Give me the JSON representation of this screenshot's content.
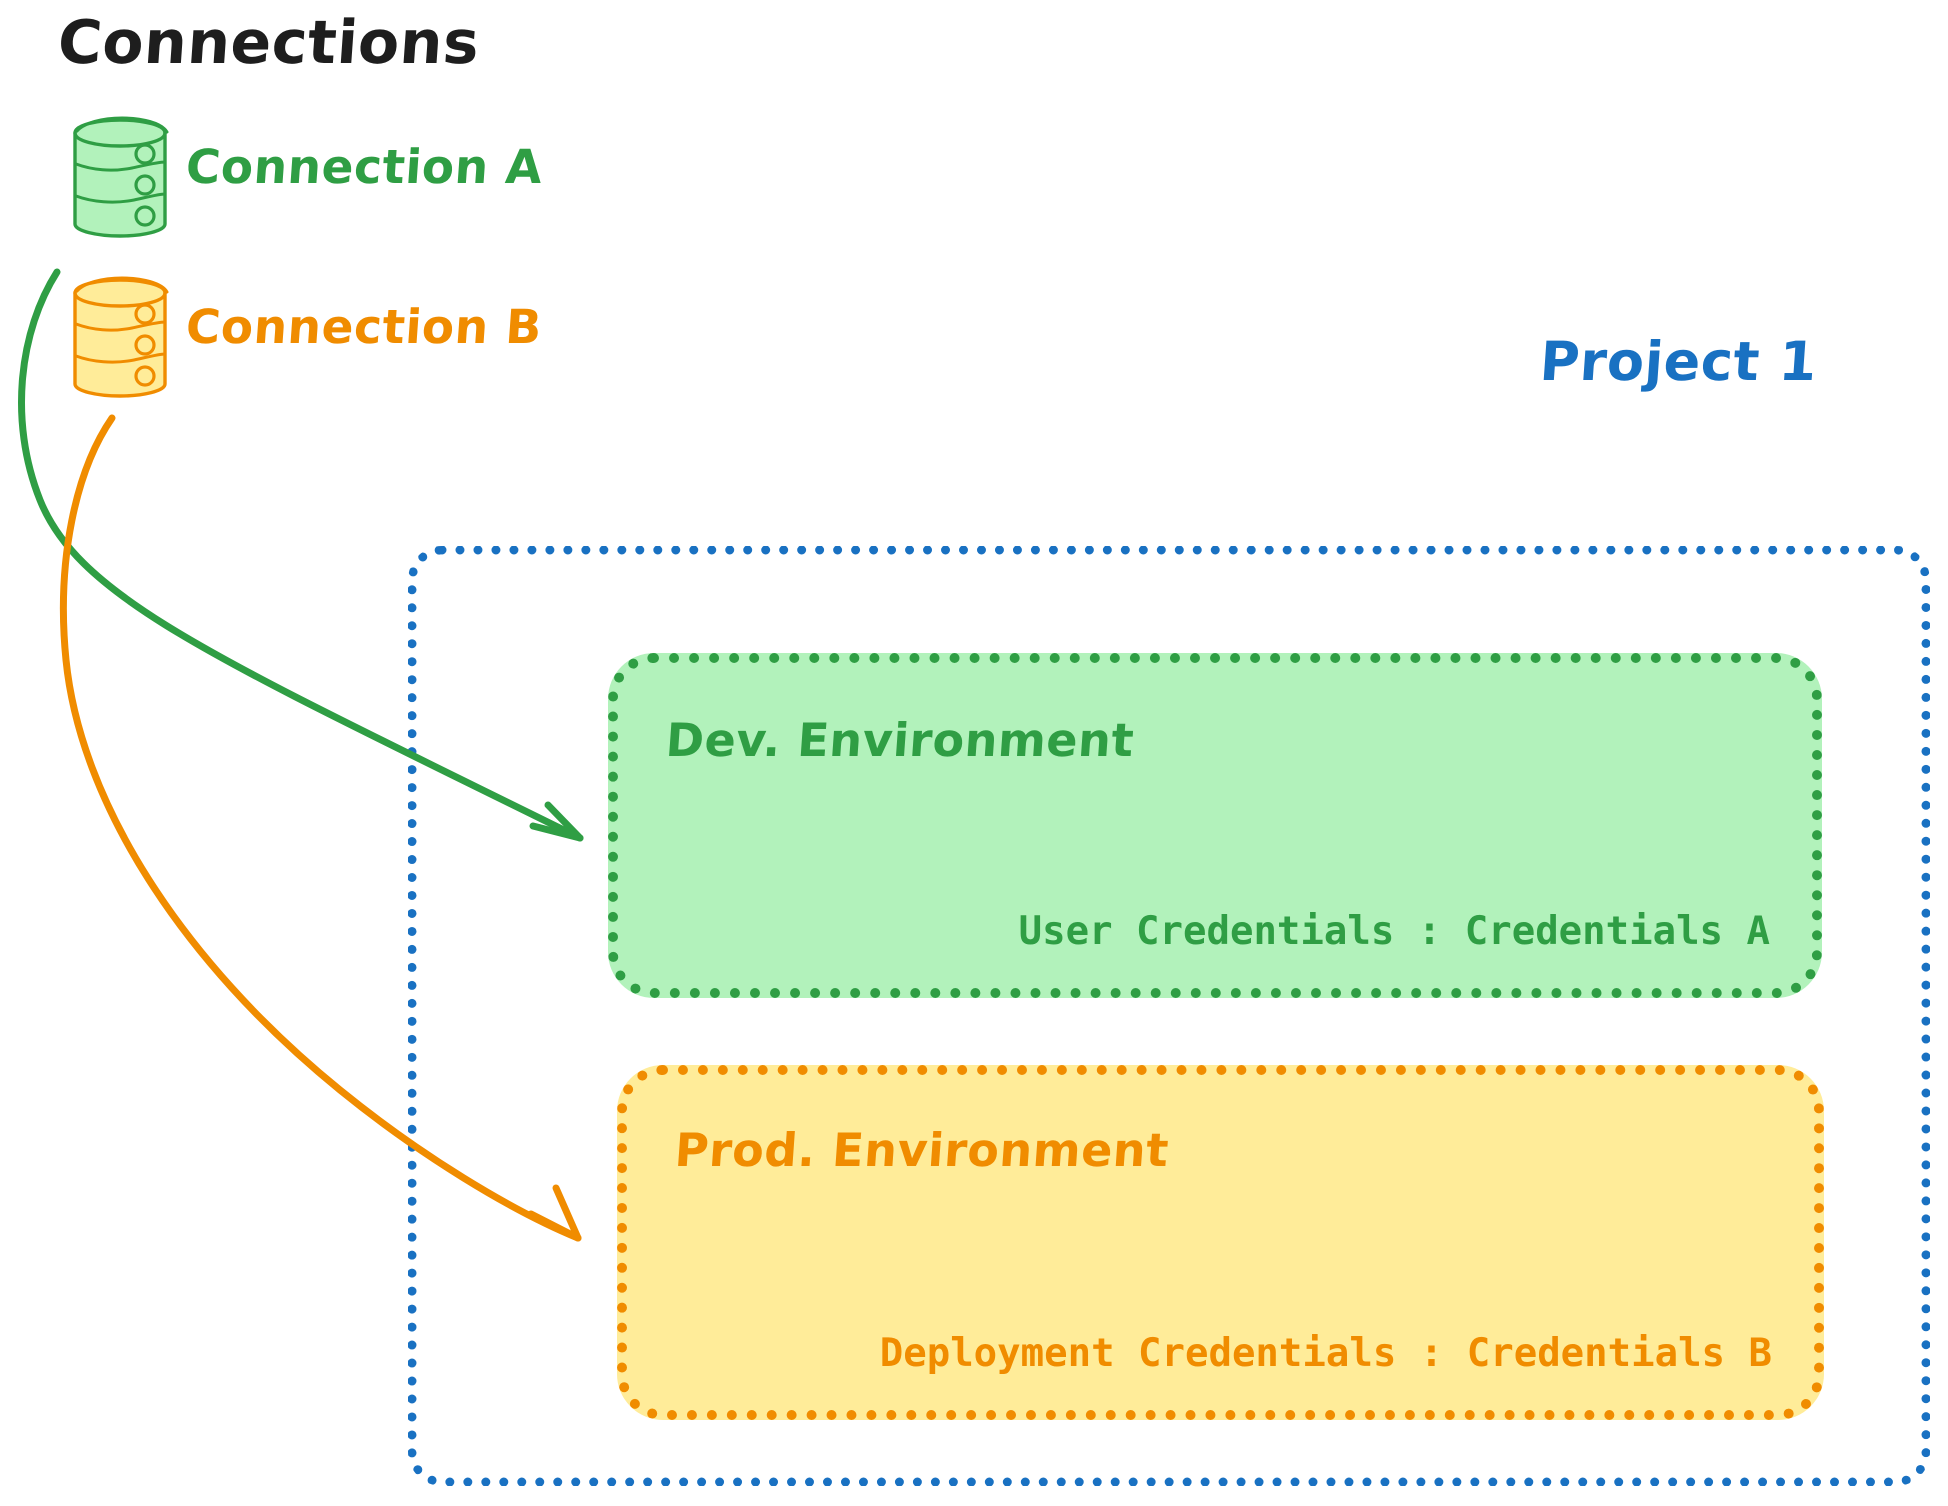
{
  "diagram": {
    "title": "Connections",
    "background_color": "#ffffff"
  },
  "connections": {
    "heading": "Connections",
    "items": [
      {
        "label": "Connection A",
        "icon": "database-cylinder-icon",
        "color": "#2f9e44",
        "fill": "#b2f2bb"
      },
      {
        "label": "Connection B",
        "icon": "database-cylinder-icon",
        "color": "#f08c00",
        "fill": "#ffec99"
      }
    ]
  },
  "project": {
    "title": "Project 1",
    "border_color": "#1971c2",
    "environments": [
      {
        "name": "Dev. Environment",
        "credentials_label": "User Credentials : Credentials A",
        "color": "#2f9e44",
        "fill": "#b2f2bb"
      },
      {
        "name": "Prod. Environment",
        "credentials_label": "Deployment Credentials : Credentials B",
        "color": "#f08c00",
        "fill": "#ffec99"
      }
    ]
  },
  "arrows": [
    {
      "name": "connection-a-to-dev-environment",
      "from": "Connection A",
      "to": "Dev. Environment",
      "color": "#2f9e44"
    },
    {
      "name": "connection-b-to-prod-environment",
      "from": "Connection B",
      "to": "Prod. Environment",
      "color": "#f08c00"
    }
  ]
}
